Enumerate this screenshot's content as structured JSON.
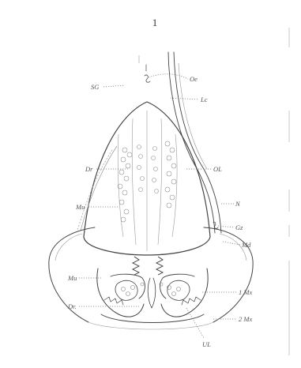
{
  "figure": {
    "number": "1",
    "labels": {
      "SG": "SG",
      "Oe": "Oe",
      "Lc": "Lc",
      "Dr_top": "Dr",
      "OL": "OL",
      "Mu_top": "Mu",
      "N": "N",
      "Gz": "Gz",
      "Md": "Md",
      "Mu_bottom": "Mu",
      "Dr_bottom": "Dr.",
      "Mx1": "1 Mx",
      "Mx2": "2 Mx",
      "UL": "UL"
    }
  }
}
